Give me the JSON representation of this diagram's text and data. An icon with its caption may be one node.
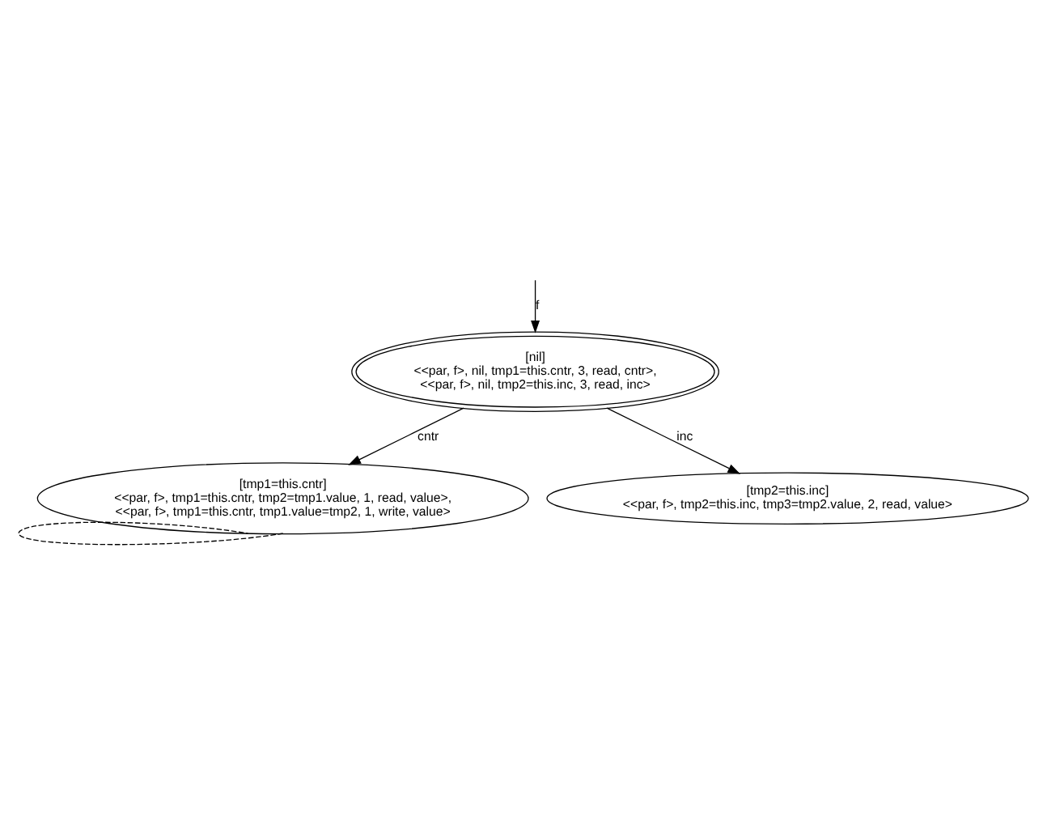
{
  "diagram": {
    "nodes": [
      {
        "text": [
          "[nil]",
          "<<par, f>, nil, tmp1=this.cntr, 3, read, cntr>,",
          "<<par, f>, nil, tmp2=this.inc, 3, read, inc>"
        ]
      },
      {
        "text": [
          "[tmp1=this.cntr]",
          "<<par, f>, tmp1=this.cntr, tmp2=tmp1.value, 1, read, value>,",
          "<<par, f>, tmp1=this.cntr, tmp1.value=tmp2, 1, write, value>"
        ]
      },
      {
        "text": [
          "[tmp2=this.inc]",
          "<<par, f>, tmp2=this.inc, tmp3=tmp2.value, 2, read, value>"
        ]
      }
    ],
    "edges": [
      {
        "from": null,
        "to": 0,
        "arrow": "to",
        "label": "f"
      },
      {
        "from": 0,
        "to": 1,
        "arrow": "to",
        "label": "cntr"
      },
      {
        "from": 0,
        "to": 2,
        "arrow": "to",
        "label": "inc"
      },
      {
        "from": 1,
        "to": 1,
        "arrow": "none",
        "style": "dashed"
      }
    ]
  }
}
